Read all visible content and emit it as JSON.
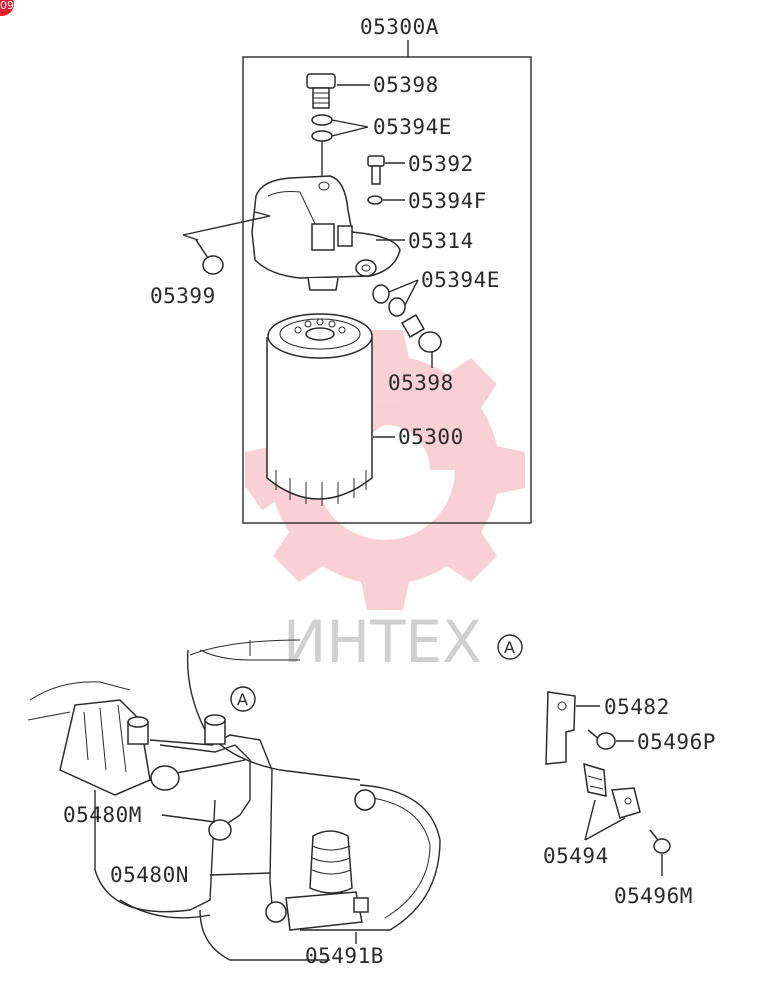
{
  "page": {
    "badge": "09"
  },
  "watermark": {
    "text": "ИНТЕХ",
    "color": "#e8303a"
  },
  "assembly": {
    "title": "05300A",
    "labels": {
      "p05398_top": "05398",
      "p05394E_top": "05394E",
      "p05392": "05392",
      "p05394F": "05394F",
      "p05314": "05314",
      "p05399": "05399",
      "p05394E_mid": "05394E",
      "p05398_mid": "05398",
      "p05300": "05300"
    }
  },
  "detail": {
    "marker": "A",
    "labels": {
      "p05482": "05482",
      "p05496P": "05496P",
      "p05494": "05494",
      "p05496M": "05496M"
    }
  },
  "engine": {
    "marker": "A",
    "labels": {
      "p05480M": "05480M",
      "p05480N": "05480N",
      "p05491B": "05491B"
    }
  }
}
